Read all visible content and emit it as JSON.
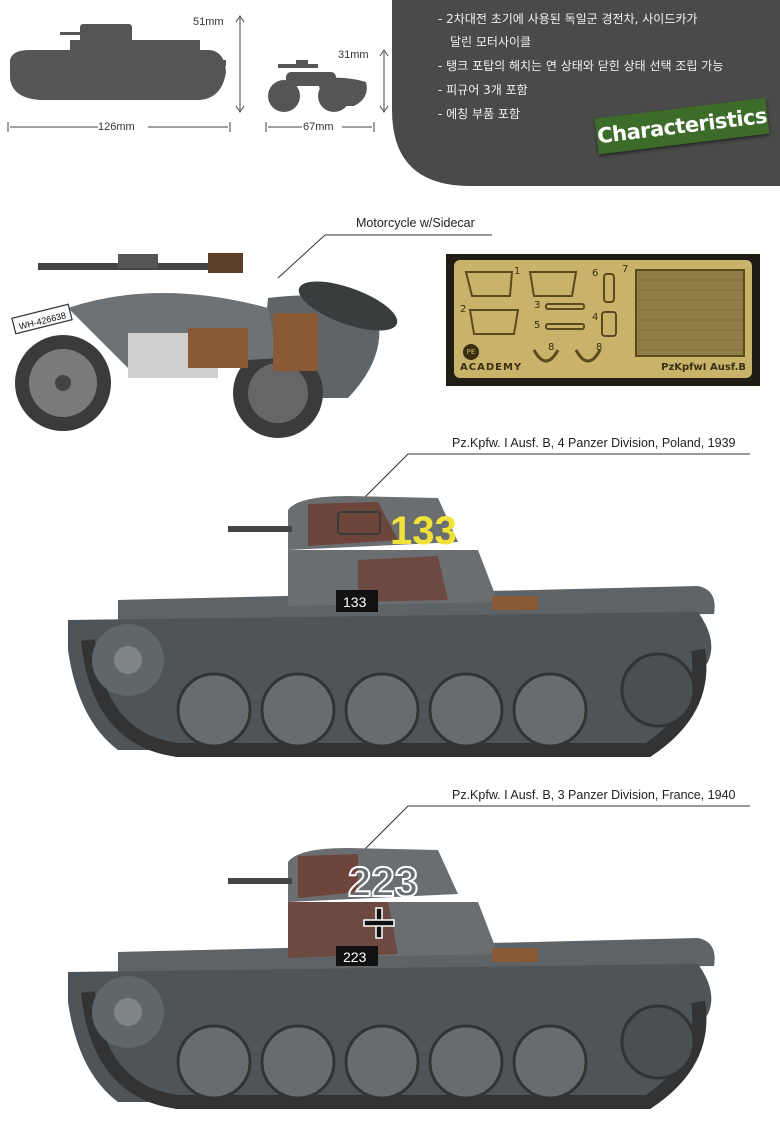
{
  "dimensions": {
    "tank_height": "51mm",
    "tank_length": "126mm",
    "motorcycle_height": "31mm",
    "motorcycle_length": "67mm"
  },
  "characteristics": {
    "badge": "Characteristics",
    "items": [
      "- 2차대전 초기에 사용된 독일군 경전차, 사이드카가",
      "달린 모터사이클",
      "- 탱크 포탑의 해치는 연 상태와 닫힌 상태  선택 조립 가능",
      "- 피규어 3개 포함",
      "- 에칭 부품 포함"
    ]
  },
  "motorcycle": {
    "caption": "Motorcycle w/Sidecar",
    "plate": "WH-426638"
  },
  "photo_etch": {
    "brand": "ACADEMY",
    "product": "PzKpfwI Ausf.B",
    "pe_mark": "PE",
    "part_numbers": [
      "1",
      "2",
      "3",
      "4",
      "5",
      "6",
      "7",
      "8",
      "8"
    ]
  },
  "tank1": {
    "caption": "Pz.Kpfw. I Ausf. B, 4 Panzer Division, Poland, 1939",
    "turret_number": "133",
    "hull_number": "133"
  },
  "tank2": {
    "caption": "Pz.Kpfw. I Ausf. B, 3 Panzer Division, France, 1940",
    "turret_number": "223",
    "hull_number": "223"
  },
  "colors": {
    "silhouette": "#555555",
    "panel": "#4a4a4a",
    "badge_green": "#3d6b2a",
    "tank_grey": "#5d6366",
    "camo_brown": "#6e3b2e",
    "pe_brass": "#c9b36a"
  }
}
